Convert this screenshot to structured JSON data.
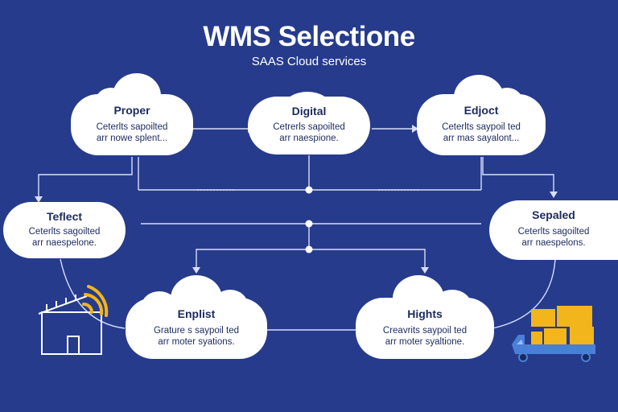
{
  "header": {
    "title": "WMS Selectione",
    "subtitle": "SAAS Cloud services"
  },
  "nodes": [
    {
      "label": "Proper",
      "line1": "Ceterlts sapoilted",
      "line2": "arr nowe splent..."
    },
    {
      "label": "Digital",
      "line1": "Cetrerls sapoilted",
      "line2": "arr naespione."
    },
    {
      "label": "Edjoct",
      "line1": "Ceterlts saypoil ted",
      "line2": "arr mas sayalont..."
    },
    {
      "label": "Teflect",
      "line1": "Ceterlts sagoilted",
      "line2": "arr naespelone."
    },
    {
      "label": "Sepaled",
      "line1": "Ceterlts sagoilted",
      "line2": "arr naespelons."
    },
    {
      "label": "Enplist",
      "line1": "Grature s saypoil ted",
      "line2": "arr moter syations."
    },
    {
      "label": "Hights",
      "line1": "Creavrits saypoil ted",
      "line2": "arr moter syaltione."
    }
  ],
  "colors": {
    "background": "#263b8c",
    "cloud": "#ffffff",
    "connector": "#d8defa",
    "icon_accent": "#f2b51c",
    "truck": "#4a7fd8"
  },
  "icons": [
    "warehouse-wifi-icon",
    "delivery-truck-boxes-icon"
  ]
}
